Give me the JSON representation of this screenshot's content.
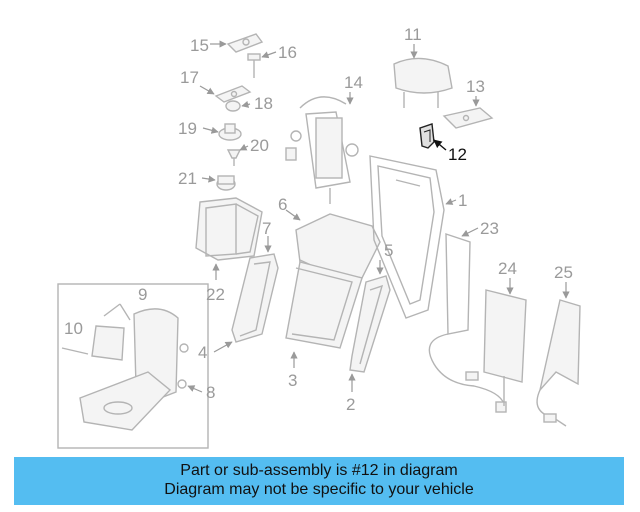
{
  "diagram": {
    "labels": [
      "15",
      "16",
      "17",
      "18",
      "19",
      "20",
      "21",
      "22",
      "7",
      "6",
      "14",
      "11",
      "13",
      "12",
      "1",
      "23",
      "5",
      "24",
      "25",
      "9",
      "10",
      "4",
      "3",
      "2",
      "8"
    ],
    "highlighted_part": "12"
  },
  "banner": {
    "line1": "Part or sub-assembly is #12 in diagram",
    "line2": "Diagram may not be specific to your vehicle",
    "color": "#54bdf1"
  }
}
